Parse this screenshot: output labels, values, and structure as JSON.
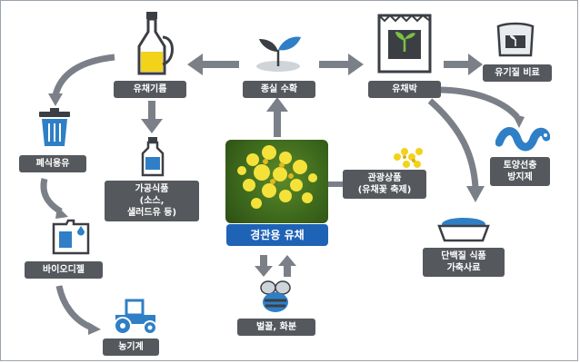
{
  "diagram": {
    "center": "경관용 유채",
    "nodes": {
      "oil": "유채기름",
      "harvest": "종실 수확",
      "meal": "유채박",
      "organic": "유기질 비료",
      "waste_oil": "폐식용유",
      "processed": "가공식품\n(소스,\n샐러드유 등)",
      "tourism": "관광상품\n(유채꽃 축제)",
      "erosion": "토양선충\n방지제",
      "biodiesel": "바이오디젤",
      "protein": "단백질 식품\n가축사료",
      "farm": "농기계",
      "bee": "벌꿀, 화분"
    }
  },
  "colors": {
    "label_bg": "#55595e",
    "center_bg": "#1f63b7",
    "arrow": "#7b8088",
    "icon_blue": "#2f7fc6",
    "icon_dark": "#3b3f44",
    "oil_yellow": "#f3d21a"
  },
  "icons": [
    "oil-bottle-icon",
    "sprout-icon",
    "fertilizer-bag-icon",
    "organic-bag-icon",
    "trash-bin-icon",
    "bottle-icon",
    "canola-photo",
    "canola-flowers-icon",
    "worm-icon",
    "jerry-can-icon",
    "feed-tray-icon",
    "tractor-icon",
    "bee-icon"
  ]
}
